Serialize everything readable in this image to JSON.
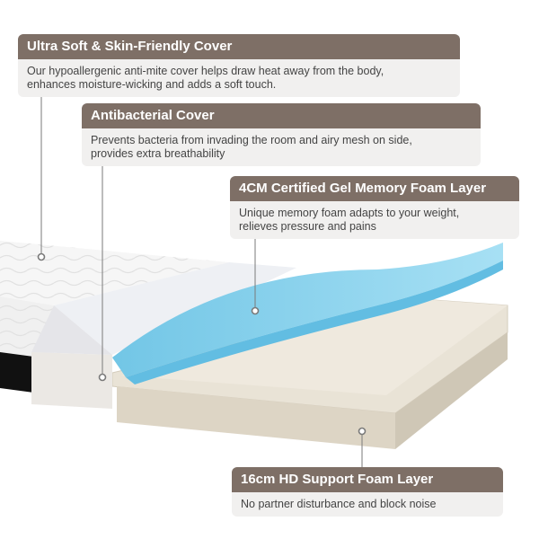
{
  "callouts": [
    {
      "title": "Ultra Soft & Skin-Friendly Cover",
      "lines": [
        "Our hypoallergenic anti-mite cover helps draw heat away from the body,",
        "enhances moisture-wicking and adds a soft touch."
      ]
    },
    {
      "title": "Antibacterial Cover",
      "lines": [
        "Prevents bacteria from invading the room and airy mesh on side,",
        "provides extra breathability"
      ]
    },
    {
      "title": "4CM Certified Gel Memory Foam Layer",
      "lines": [
        "Unique memory foam adapts to your weight,",
        "relieves pressure and pains"
      ]
    },
    {
      "title": "16cm HD Support Foam Layer",
      "lines": [
        "No partner disturbance and block noise"
      ]
    }
  ],
  "colors": {
    "header": "#7e6f66",
    "description_bg": "#f1f0ef",
    "gel_foam": "#7fcfeb",
    "support_foam": "#e9e3d6",
    "cover": "#f4f4f4",
    "mesh_band": "#111111"
  },
  "icons": [
    "leader-dot-icon"
  ]
}
